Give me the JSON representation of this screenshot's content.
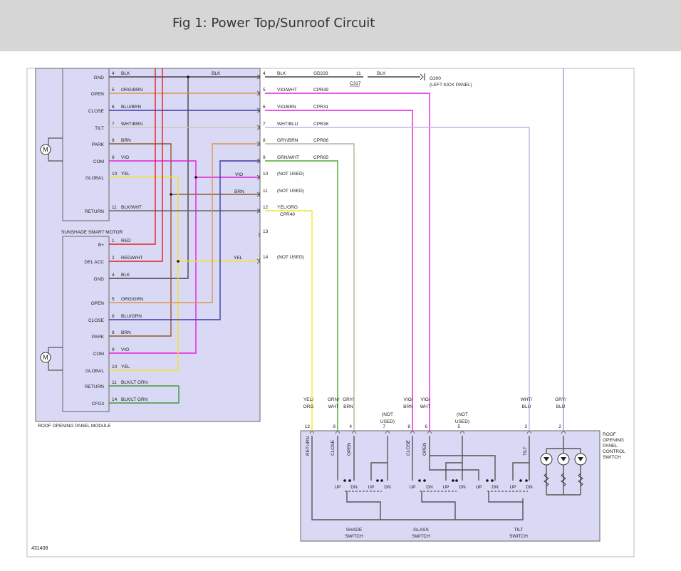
{
  "title": "Fig 1: Power Top/Sunroof Circuit",
  "diagram_id": "431408",
  "colors": {
    "panel_fill": "#d9d9f5",
    "panel_stroke": "#666666",
    "BLK": "#444444",
    "ORG_BRN": "#e09450",
    "BLU_BRN": "#3a3ab0",
    "WHT_BRN": "#cfc7b7",
    "BRN": "#8b5a2b",
    "VIO": "#e020e0",
    "YEL": "#f2e32a",
    "BLK_WHT": "#666666",
    "RED": "#e02020",
    "BLK_LTGRN": "#3f9a3f",
    "GRN_WHT": "#4caa2a",
    "GRY_BRN": "#b8b09c",
    "WHT_BLU": "#b8b8ea",
    "GRY_BLU": "#9a9ae0"
  },
  "roof_module": {
    "label": "ROOF OPENING PANEL MODULE",
    "top_pins": [
      {
        "name": "GND",
        "pin": "4",
        "wire": "BLK"
      },
      {
        "name": "OPEN",
        "pin": "5",
        "wire": "ORG/BRN"
      },
      {
        "name": "CLOSE",
        "pin": "6",
        "wire": "BLU/BRN"
      },
      {
        "name": "TILT",
        "pin": "7",
        "wire": "WHT/BRN"
      },
      {
        "name": "PARK",
        "pin": "8",
        "wire": "BRN"
      },
      {
        "name": "COM",
        "pin": "9",
        "wire": "VIO"
      },
      {
        "name": "GLOBAL",
        "pin": "10",
        "wire": "YEL"
      },
      {
        "name": "RETURN",
        "pin": "11",
        "wire": "BLK/WHT"
      }
    ],
    "motor_label": "M"
  },
  "sunshade_motor": {
    "label": "SUNSHADE SMART MOTOR",
    "pins": [
      {
        "name": "B+",
        "pin": "1",
        "wire": "RED"
      },
      {
        "name": "DEL ACC",
        "pin": "2",
        "wire": "RED/WHT"
      },
      {
        "name": "GND",
        "pin": "4",
        "wire": "BLK"
      },
      {
        "name": "OPEN",
        "pin": "5",
        "wire": "ORG/GRN"
      },
      {
        "name": "CLOSE",
        "pin": "6",
        "wire": "BLU/GRN"
      },
      {
        "name": "PARK",
        "pin": "8",
        "wire": "BRN"
      },
      {
        "name": "COM",
        "pin": "9",
        "wire": "VIO"
      },
      {
        "name": "GLOBAL",
        "pin": "10",
        "wire": "YEL"
      },
      {
        "name": "RETURN",
        "pin": "11",
        "wire": "BLK/LT GRN"
      },
      {
        "name": "CFG3",
        "pin": "14",
        "wire": "BLK/LT GRN"
      }
    ],
    "motor_label": "M"
  },
  "mid_labels": {
    "blk": "BLK",
    "vio": "VIO",
    "brn": "BRN",
    "yel": "YEL"
  },
  "connector": [
    {
      "pin": "4",
      "wire": "BLK",
      "circuit": "GD233"
    },
    {
      "pin": "5",
      "wire": "VIO/WHT",
      "circuit": "CPR39"
    },
    {
      "pin": "6",
      "wire": "VIO/BRN",
      "circuit": "CPR31"
    },
    {
      "pin": "7",
      "wire": "WHT/BLU",
      "circuit": "CPR38"
    },
    {
      "pin": "8",
      "wire": "GRY/BRN",
      "circuit": "CPR86"
    },
    {
      "pin": "9",
      "wire": "GRN/WHT",
      "circuit": "CPR85"
    },
    {
      "pin": "10",
      "wire": "(NOT USED)",
      "circuit": ""
    },
    {
      "pin": "11",
      "wire": "(NOT USED)",
      "circuit": ""
    },
    {
      "pin": "12",
      "wire": "YEL/ORG",
      "circuit": "CPR40"
    },
    {
      "pin": "13",
      "wire": "",
      "circuit": ""
    },
    {
      "pin": "14",
      "wire": "(NOT USED)",
      "circuit": ""
    }
  ],
  "ground": {
    "c_pin": "11",
    "wire": "BLK",
    "connector": "C317",
    "location": "G300",
    "location_note": "(LEFT KICK PANEL)"
  },
  "control_switch": {
    "label_lines": [
      "ROOF",
      "OPENING",
      "PANEL",
      "CONTROL",
      "SWITCH"
    ],
    "wires_top": [
      {
        "l1": "YEL/",
        "l2": "ORG",
        "pin": "12"
      },
      {
        "l1": "GRN/",
        "l2": "WHT",
        "pin": "9"
      },
      {
        "l1": "GRY/",
        "l2": "BRN",
        "pin": "4"
      },
      {
        "l1": "(NOT",
        "l2": "USED)",
        "pin": "7"
      },
      {
        "l1": "VIO/",
        "l2": "BRN",
        "pin": "8"
      },
      {
        "l1": "VIO/",
        "l2": "WHT",
        "pin": "6"
      },
      {
        "l1": "(NOT",
        "l2": "USED)",
        "pin": "5"
      },
      {
        "l1": "WHT/",
        "l2": "BLU",
        "pin": "3"
      },
      {
        "l1": "GRY/",
        "l2": "BLU",
        "pin": "2"
      }
    ],
    "terminals": [
      "RETURN",
      "CLOSE",
      "OPEN",
      "CLOSE",
      "OPEN",
      "TILT"
    ],
    "up": "UP",
    "dn": "DN",
    "switches": [
      {
        "l1": "SHADE",
        "l2": "SWITCH"
      },
      {
        "l1": "GLASS",
        "l2": "SWITCH"
      },
      {
        "l1": "TILT",
        "l2": "SWITCH"
      }
    ]
  }
}
